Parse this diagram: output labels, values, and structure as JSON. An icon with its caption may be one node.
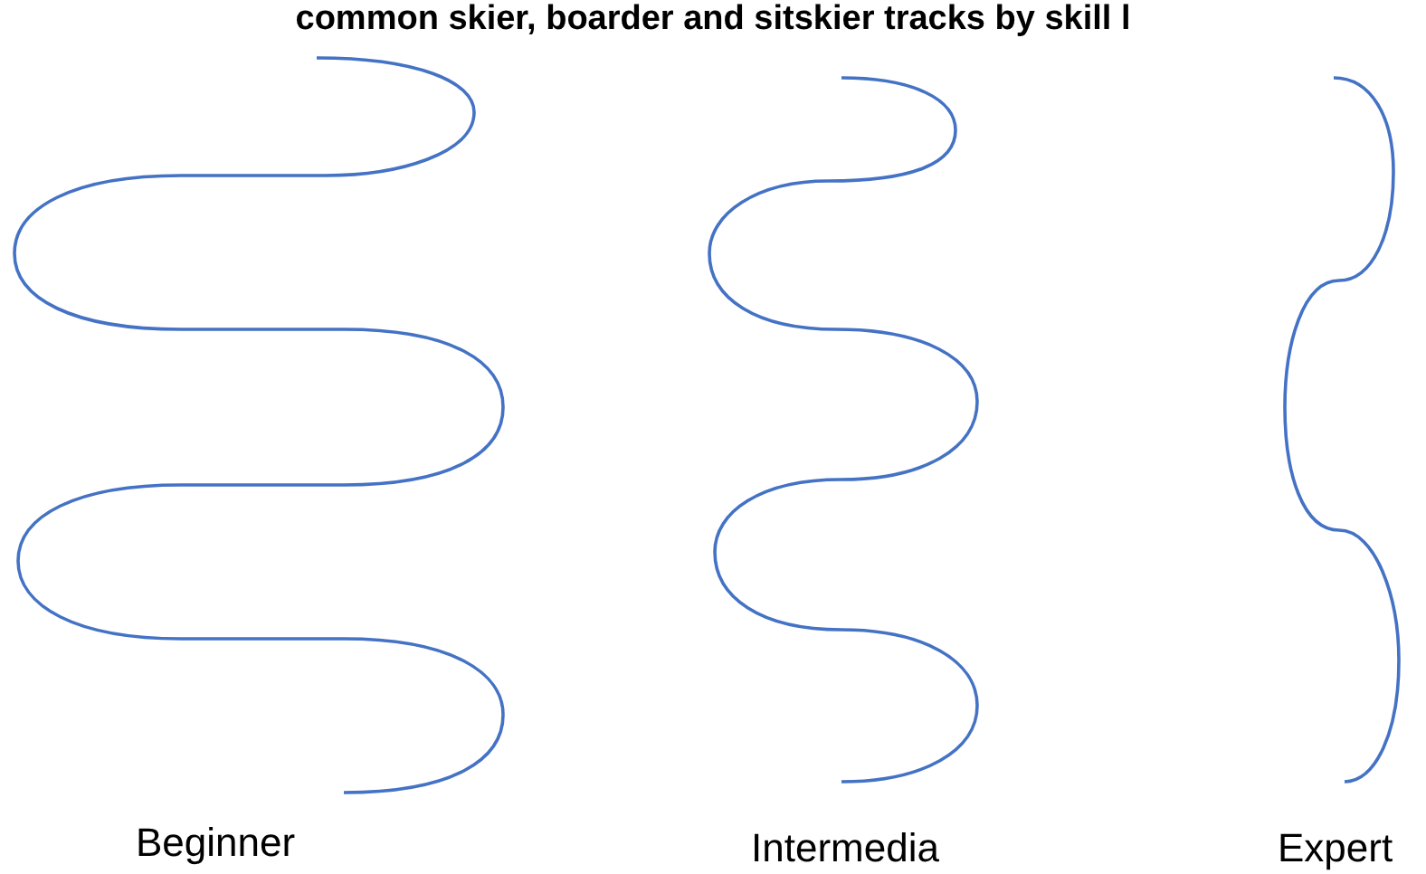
{
  "diagram": {
    "title": "common skier, boarder and sitskier tracks by skill l",
    "labels": [
      "Beginner",
      "Intermedia",
      "Expert"
    ]
  }
}
